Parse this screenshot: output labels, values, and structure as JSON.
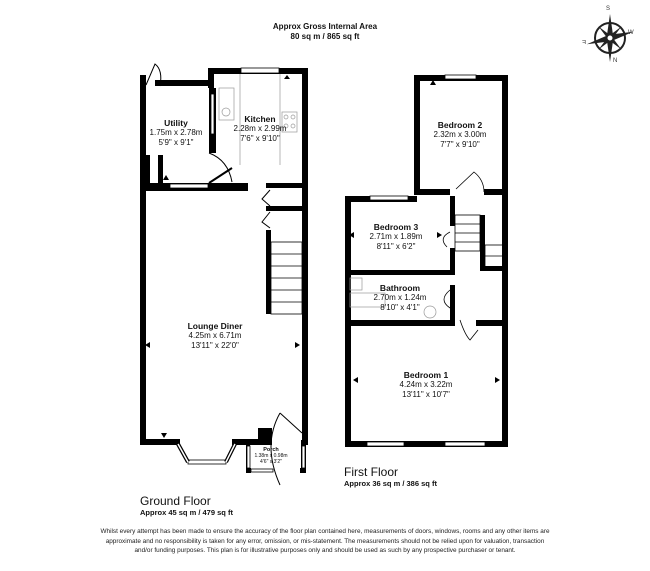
{
  "header": {
    "title": "Approx Gross Internal Area",
    "total_area": "80 sq m / 865 sq ft"
  },
  "compass": {
    "north": "N",
    "south": "S",
    "east": "E",
    "west": "W"
  },
  "ground_floor": {
    "title": "Ground Floor",
    "area": "Approx 45 sq m / 479 sq ft",
    "rooms": [
      {
        "name": "Utility",
        "metric": "1.75m x 2.78m",
        "imperial": "5'9\" x 9'1\""
      },
      {
        "name": "Kitchen",
        "metric": "2.28m x 2.99m",
        "imperial": "7'6\" x 9'10\""
      },
      {
        "name": "Lounge Diner",
        "metric": "4.25m x 6.71m",
        "imperial": "13'11\" x 22'0\""
      },
      {
        "name": "Porch",
        "metric": "1.38m x 0.98m",
        "imperial": "4'6\" x 3'2\""
      }
    ]
  },
  "first_floor": {
    "title": "First Floor",
    "area": "Approx 36 sq m / 386 sq ft",
    "rooms": [
      {
        "name": "Bedroom 2",
        "metric": "2.32m x 3.00m",
        "imperial": "7'7\" x 9'10\""
      },
      {
        "name": "Bedroom 3",
        "metric": "2.71m x 1.89m",
        "imperial": "8'11\" x 6'2\""
      },
      {
        "name": "Bathroom",
        "metric": "2.70m x 1.24m",
        "imperial": "8'10\" x 4'1\""
      },
      {
        "name": "Bedroom 1",
        "metric": "4.24m x 3.22m",
        "imperial": "13'11\" x 10'7\""
      }
    ]
  },
  "disclaimer": "Whilst every attempt has been made to ensure the accuracy of the floor plan contained here, measurements of doors, windows, rooms and any other items are approximate and no responsibility is taken for any error, omission, or mis-statement. The measurements should not be relied upon for valuation, transaction and/or funding purposes. This plan is for illustrative purposes only and should be used as such by any prospective purchaser or tenant.",
  "colors": {
    "wall": "#000000",
    "window": "#ffffff",
    "fixture": "#999999"
  }
}
